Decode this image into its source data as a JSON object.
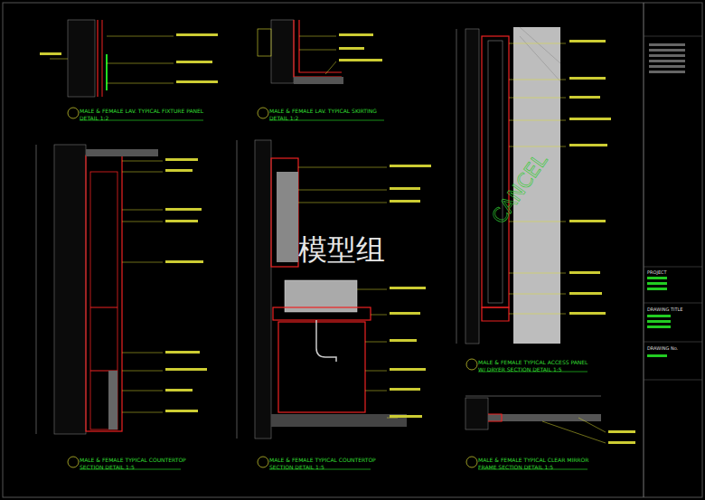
{
  "diagram": {
    "labels": [
      "MALE & FEMALE LAV. TYPICAL FIXTURE PANEL DETAIL 1:2",
      "MALE & FEMALE LAV. TYPICAL SKIRTING DETAIL 1:2",
      "MALE & FEMALE TYPICAL ACCESS PANEL W/ DRYER SECTION DETAIL 1:5",
      "MALE & FEMALE TYPICAL COUNTERTOP SECTION DETAIL 1:5",
      "MALE & FEMALE TYPICAL COUNTERTOP SECTION DETAIL 1:5",
      "MALE & FEMALE TYPICAL CLEAR MIRROR FRAME SECTION DETAIL 1:5",
      "CANCEL",
      "模型组",
      "PROJECT",
      "DRAWING TITLE",
      "DRAWING No."
    ]
  }
}
